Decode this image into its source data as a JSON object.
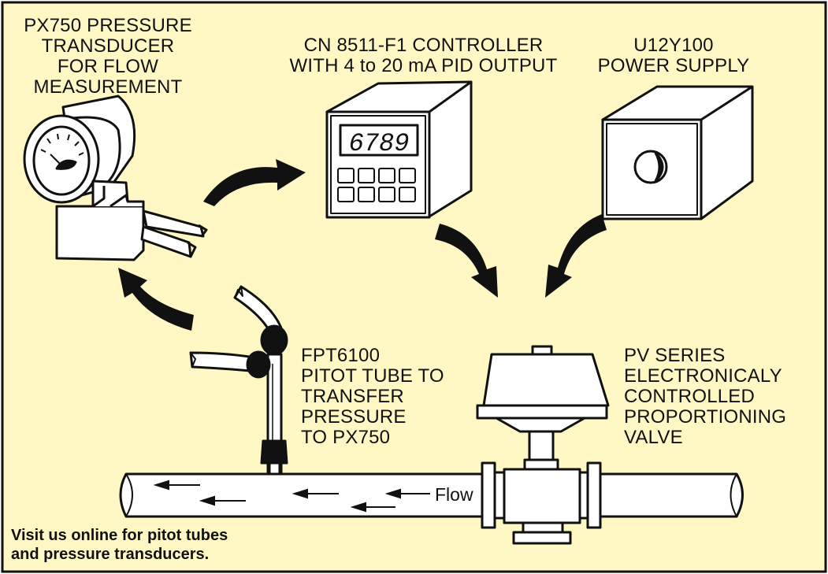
{
  "colors": {
    "background": "#fff8c4",
    "border": "#111111",
    "ink": "#111111",
    "fill": "#ffffff"
  },
  "labels": {
    "transducer": [
      "PX750 PRESSURE",
      "TRANSDUCER",
      "FOR FLOW",
      "MEASUREMENT"
    ],
    "controller": [
      "CN 8511-F1 CONTROLLER",
      "WITH 4 to 20 mA PID OUTPUT"
    ],
    "power_supply": [
      "U12Y100",
      "POWER SUPPLY"
    ],
    "pitot": [
      "FPT6100",
      "PITOT TUBE TO",
      "TRANSFER",
      "PRESSURE",
      "TO PX750"
    ],
    "valve": [
      "PV SERIES",
      "ELECTRONICALY",
      "CONTROLLED",
      "PROPORTIONING",
      "VALVE"
    ]
  },
  "controller_display": "6789",
  "pipe_flow_label": "Flow",
  "footer_note": [
    "Visit us online for pitot tubes",
    "and pressure transducers."
  ]
}
